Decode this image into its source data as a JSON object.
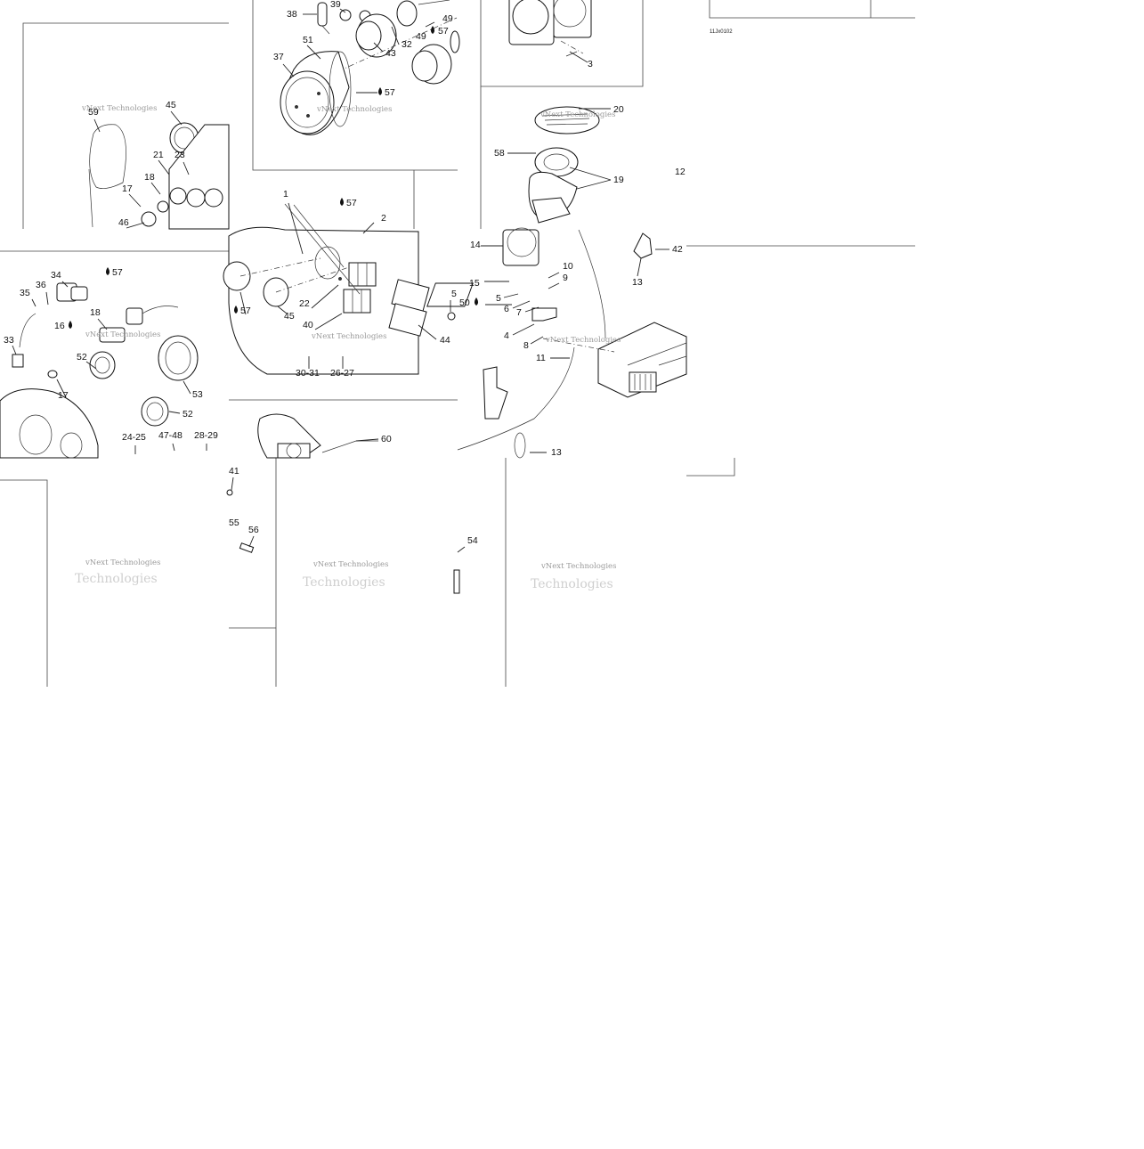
{
  "diagram": {
    "drawing_code": "11Jx0102",
    "watermark_lines": [
      "vNext Technologies",
      "Technologies"
    ],
    "callouts": [
      {
        "id": "c38",
        "text": "38"
      },
      {
        "id": "c39",
        "text": "39"
      },
      {
        "id": "c49a",
        "text": "49"
      },
      {
        "id": "c49b",
        "text": "49"
      },
      {
        "id": "c57a",
        "text": "57"
      },
      {
        "id": "c51",
        "text": "51"
      },
      {
        "id": "c43",
        "text": "43"
      },
      {
        "id": "c32",
        "text": "32"
      },
      {
        "id": "c37",
        "text": "37"
      },
      {
        "id": "c57b",
        "text": "57"
      },
      {
        "id": "c3",
        "text": "3"
      },
      {
        "id": "c20",
        "text": "20"
      },
      {
        "id": "c58",
        "text": "58"
      },
      {
        "id": "c19",
        "text": "19"
      },
      {
        "id": "c12",
        "text": "12"
      },
      {
        "id": "c59",
        "text": "59"
      },
      {
        "id": "c45a",
        "text": "45"
      },
      {
        "id": "c21",
        "text": "21"
      },
      {
        "id": "c23",
        "text": "23"
      },
      {
        "id": "c18a",
        "text": "18"
      },
      {
        "id": "c17a",
        "text": "17"
      },
      {
        "id": "c46",
        "text": "46"
      },
      {
        "id": "c1",
        "text": "1"
      },
      {
        "id": "c57c",
        "text": "57"
      },
      {
        "id": "c2",
        "text": "2"
      },
      {
        "id": "c14",
        "text": "14"
      },
      {
        "id": "c42",
        "text": "42"
      },
      {
        "id": "c13a",
        "text": "13"
      },
      {
        "id": "c34",
        "text": "34"
      },
      {
        "id": "c57d",
        "text": "57"
      },
      {
        "id": "c35",
        "text": "35"
      },
      {
        "id": "c36",
        "text": "36"
      },
      {
        "id": "c16",
        "text": "16"
      },
      {
        "id": "c18b",
        "text": "18"
      },
      {
        "id": "c33",
        "text": "33"
      },
      {
        "id": "c52a",
        "text": "52"
      },
      {
        "id": "c17b",
        "text": "17"
      },
      {
        "id": "c53",
        "text": "53"
      },
      {
        "id": "c52b",
        "text": "52"
      },
      {
        "id": "c2425",
        "text": "24-25"
      },
      {
        "id": "c4748",
        "text": "47-48"
      },
      {
        "id": "c2829",
        "text": "28-29"
      },
      {
        "id": "c57e",
        "text": "57"
      },
      {
        "id": "c45b",
        "text": "45"
      },
      {
        "id": "c22",
        "text": "22"
      },
      {
        "id": "c40",
        "text": "40"
      },
      {
        "id": "c3031",
        "text": "30-31"
      },
      {
        "id": "c2627",
        "text": "26-27"
      },
      {
        "id": "c5a",
        "text": "5"
      },
      {
        "id": "c44",
        "text": "44"
      },
      {
        "id": "c15",
        "text": "15"
      },
      {
        "id": "c10",
        "text": "10"
      },
      {
        "id": "c9",
        "text": "9"
      },
      {
        "id": "c50",
        "text": "50"
      },
      {
        "id": "c5b",
        "text": "5"
      },
      {
        "id": "c6",
        "text": "6"
      },
      {
        "id": "c7",
        "text": "7"
      },
      {
        "id": "c4",
        "text": "4"
      },
      {
        "id": "c8",
        "text": "8"
      },
      {
        "id": "c11",
        "text": "11"
      },
      {
        "id": "c60",
        "text": "60"
      },
      {
        "id": "c13b",
        "text": "13"
      },
      {
        "id": "c41",
        "text": "41"
      },
      {
        "id": "c55",
        "text": "55"
      },
      {
        "id": "c56",
        "text": "56"
      },
      {
        "id": "c54",
        "text": "54"
      }
    ]
  }
}
